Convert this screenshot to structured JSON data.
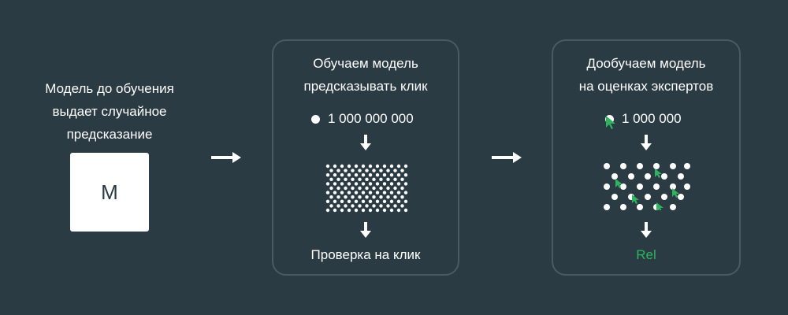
{
  "stage1": {
    "caption": "Модель до обучения\nвыдает случайное\nпредсказание",
    "model_letter": "M"
  },
  "stage2": {
    "title": "Обучаем модель\nпредсказывать клик",
    "count": "1 000 000 000",
    "result": "Проверка на клик"
  },
  "stage3": {
    "title": "Дообучаем модель\nна оценках экспертов",
    "count": "1 000 000",
    "result": "Rel"
  },
  "colors": {
    "background": "#2b3b43",
    "box_border": "#4a5a62",
    "accent_green": "#2fb35f",
    "text": "#ffffff"
  },
  "icons": {
    "flow_arrow": "arrow-right-icon",
    "down_arrow": "arrow-down-icon",
    "cursor": "cursor-icon",
    "dot": "dot-icon"
  }
}
